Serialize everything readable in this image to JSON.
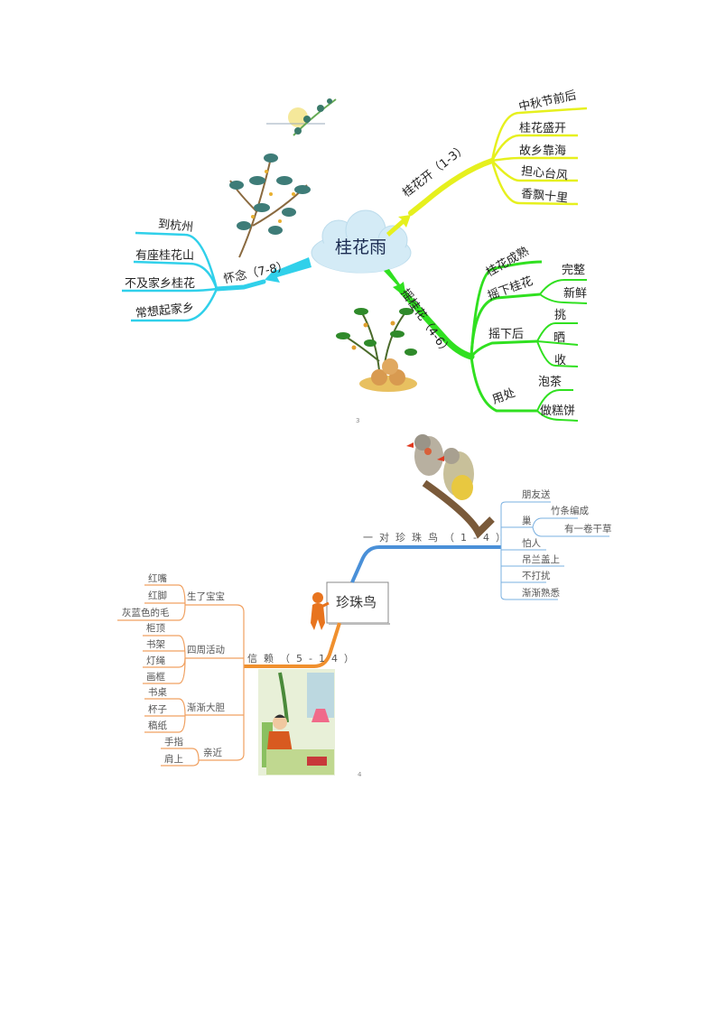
{
  "map1": {
    "center": "桂花雨",
    "page_number": "3",
    "colors": {
      "yellow": "#e8f020",
      "cyan": "#30d0ea",
      "green": "#30e020",
      "cloud": "#cfe8f4"
    },
    "branches": [
      {
        "label": "桂花开（1-3）",
        "color": "yellow",
        "leaves": [
          "中秋节前后",
          "桂花盛开",
          "故乡靠海",
          "担心台风",
          "香飘十里"
        ]
      },
      {
        "label": "怀念（7-8）",
        "color": "cyan",
        "leaves": [
          "到杭州",
          "有座桂花山",
          "不及家乡桂花",
          "常想起家乡"
        ]
      },
      {
        "label": "摇桂花（4-6）",
        "color": "green",
        "subs": [
          {
            "label": "桂花成熟",
            "leaves": []
          },
          {
            "label": "摇下桂花",
            "leaves": [
              "完整",
              "新鲜"
            ]
          },
          {
            "label": "摇下后",
            "leaves": [
              "挑",
              "晒",
              "收"
            ]
          },
          {
            "label": "用处",
            "leaves": [
              "泡茶",
              "做糕饼"
            ]
          }
        ]
      }
    ]
  },
  "map2": {
    "center": "珍珠鸟",
    "page_number": "4",
    "colors": {
      "blue": "#4a90d8",
      "orange": "#f0902e"
    },
    "branches": [
      {
        "label": "一对珍珠鸟（1-4）",
        "leaves": [
          "朋友送",
          "巢",
          "怕人",
          "吊兰盖上",
          "不打扰",
          "渐渐熟悉"
        ],
        "nest": [
          "竹条编成",
          "有一卷干草"
        ]
      },
      {
        "label": "信赖（5-14）",
        "subs": [
          {
            "label": "生了宝宝",
            "leaves": [
              "红嘴",
              "红脚",
              "灰蓝色的毛"
            ]
          },
          {
            "label": "四周活动",
            "leaves": [
              "柜顶",
              "书架",
              "灯绳",
              "画框"
            ]
          },
          {
            "label": "渐渐大胆",
            "leaves": [
              "书桌",
              "杯子",
              "稿纸"
            ]
          },
          {
            "label": "亲近",
            "leaves": [
              "手指",
              "肩上"
            ]
          }
        ]
      }
    ]
  }
}
